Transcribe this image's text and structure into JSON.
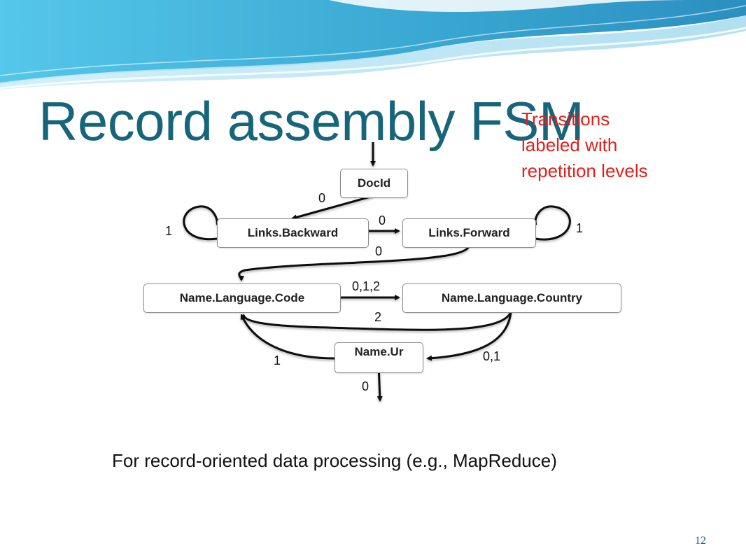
{
  "slide": {
    "title": "Record assembly FSM",
    "note": [
      "Transitions",
      "labeled with",
      "repetition levels"
    ],
    "caption": "For record-oriented data processing (e.g., MapReduce)",
    "page_number": "12"
  },
  "diagram": {
    "nodes": {
      "docid": "DocId",
      "links_backward": "Links.Backward",
      "links_forward": "Links.Forward",
      "name_language_code": "Name.Language.Code",
      "name_language_country": "Name.Language.Country",
      "name_url": "Name.Ur"
    },
    "edge_labels": {
      "docid_to_backward": "0",
      "backward_self": "1",
      "backward_to_forward": "0",
      "forward_self": "1",
      "forward_to_code": "0",
      "code_to_country": "0,1,2",
      "country_to_code": "2",
      "country_to_url": "0,1",
      "url_to_code": "1",
      "url_exit": "0"
    }
  },
  "colors": {
    "title": "#17657a",
    "note": "#e0201b",
    "wave_primary": "#3aa9d3",
    "wave_light": "#bfe6f3"
  }
}
